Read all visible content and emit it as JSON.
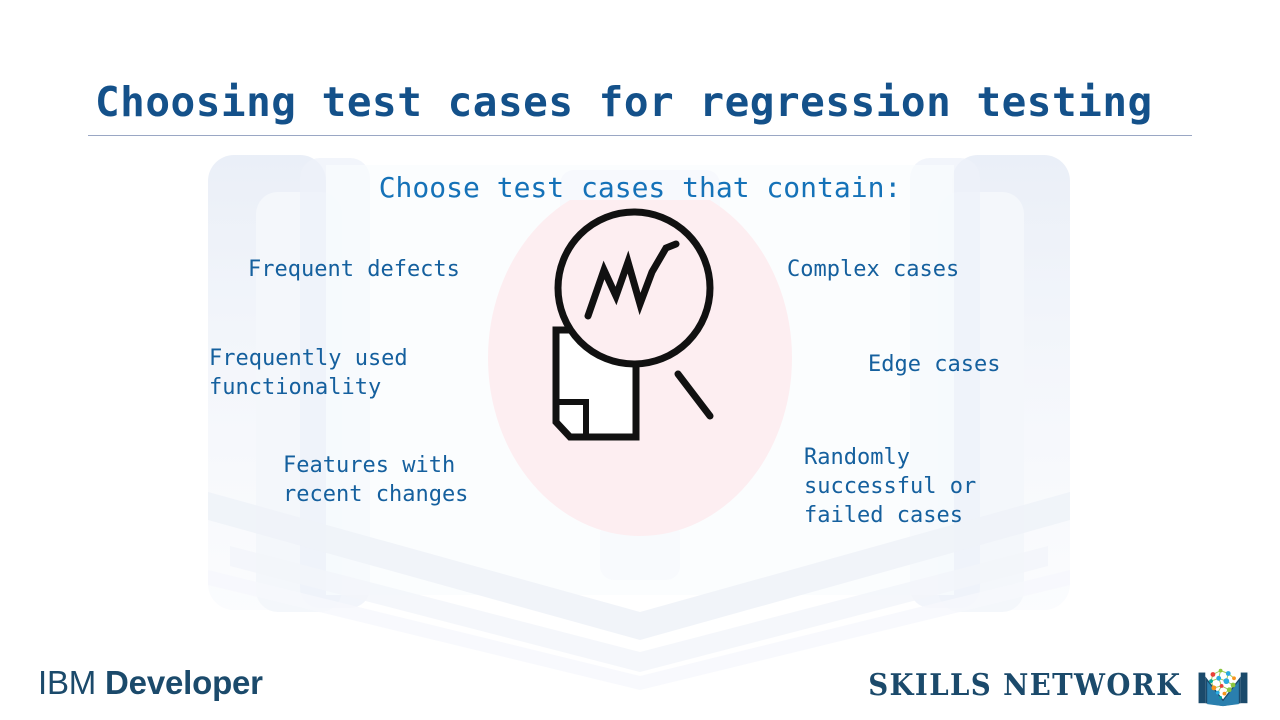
{
  "slide": {
    "title": "Choosing test cases for regression testing",
    "subtitle": "Choose test cases that contain:"
  },
  "colors": {
    "title": "#14518a",
    "subtitle": "#1572b8",
    "item_text": "#15609e",
    "rule": "#9aa7c4",
    "center_circle": "#fdeef1",
    "icon_stroke": "#111111",
    "background_art": "#eef2f8",
    "footer_text": "#1b4a6b",
    "page_background": "#ffffff"
  },
  "items": {
    "left": [
      {
        "text": "Frequent defects"
      },
      {
        "text": "Frequently used\nfunctionality"
      },
      {
        "text": "Features with\nrecent changes"
      }
    ],
    "right": [
      {
        "text": "Complex cases"
      },
      {
        "text": "Edge cases"
      },
      {
        "text": "Randomly\nsuccessful or\nfailed cases"
      }
    ]
  },
  "center_illustration": {
    "name": "document-magnifier-chart-icon",
    "description": "Document with folded bottom-left corner behind a magnifying glass containing a zigzag line chart",
    "background_shape": "pink-ellipse"
  },
  "background_illustration": {
    "name": "open-book-watermark",
    "description": "Faint light-blue open book with pages watermark"
  },
  "footer": {
    "ibm": {
      "light": "IBM",
      "bold": "Developer"
    },
    "skills_network": {
      "text": "SKILLS NETWORK",
      "logo": "open-book-network-brain-logo",
      "logo_colors": [
        "#e8413a",
        "#8cc63f",
        "#29abe2",
        "#f7941e",
        "#00a79d",
        "#1b4a6b"
      ]
    }
  }
}
